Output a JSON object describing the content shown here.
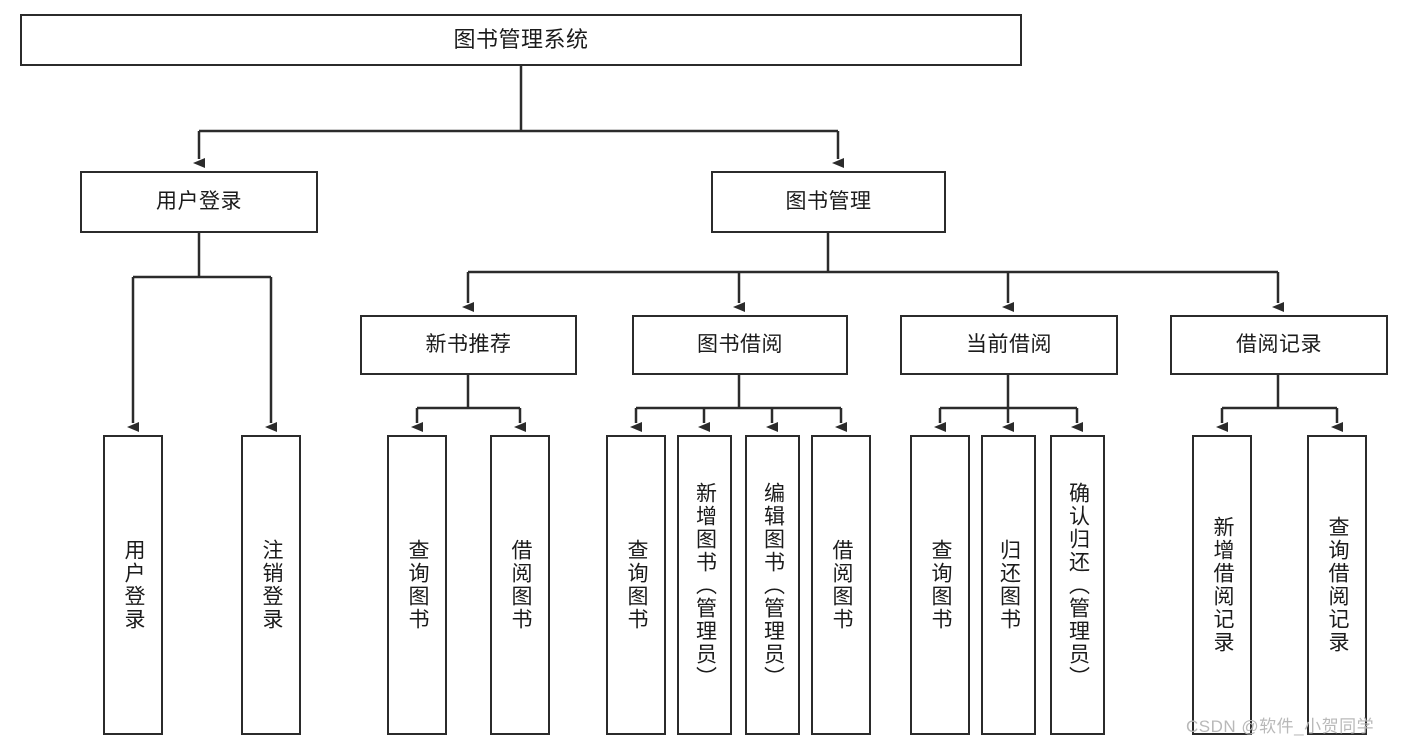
{
  "diagram": {
    "type": "tree",
    "title": "图书管理系统",
    "root": {
      "label": "图书管理系统"
    },
    "level1": [
      {
        "label": "用户登录"
      },
      {
        "label": "图书管理"
      }
    ],
    "level2": [
      {
        "label": "新书推荐"
      },
      {
        "label": "图书借阅"
      },
      {
        "label": "当前借阅"
      },
      {
        "label": "借阅记录"
      }
    ],
    "leaves": {
      "user_login": [
        {
          "label": "用户登录"
        },
        {
          "label": "注销登录"
        }
      ],
      "new_book_recommend": [
        {
          "label": "查询图书"
        },
        {
          "label": "借阅图书"
        }
      ],
      "book_borrow": [
        {
          "label": "查询图书"
        },
        {
          "label": "新增图书（管理员）"
        },
        {
          "label": "编辑图书（管理员）"
        },
        {
          "label": "借阅图书"
        }
      ],
      "current_borrow": [
        {
          "label": "查询图书"
        },
        {
          "label": "归还图书"
        },
        {
          "label": "确认归还（管理员）"
        }
      ],
      "borrow_records": [
        {
          "label": "新增借阅记录"
        },
        {
          "label": "查询借阅记录"
        }
      ]
    }
  },
  "watermark": {
    "text": "CSDN @软件_小贺同学"
  },
  "colors": {
    "box_border": "#2b2b2b",
    "box_fill": "#ffffff",
    "connector": "#2b2b2b",
    "text": "#1b1b1b",
    "watermark": "#b9b9b9"
  }
}
